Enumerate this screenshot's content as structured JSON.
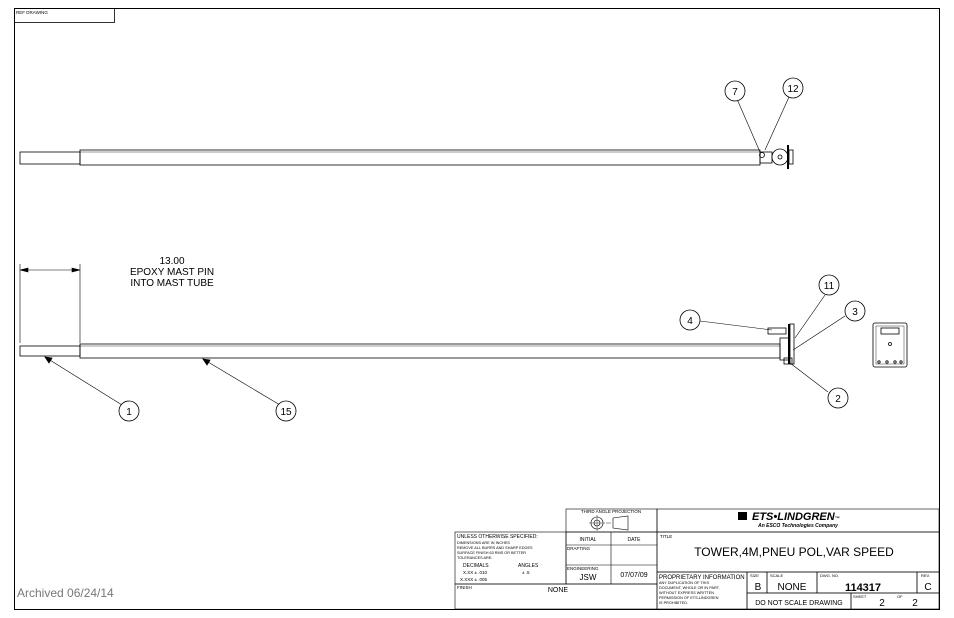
{
  "ref_drawing": "REF DRAWING",
  "dimension": {
    "value": "13.00",
    "note_line1": "EPOXY MAST PIN",
    "note_line2": "INTO MAST TUBE"
  },
  "balloons": {
    "b7": "7",
    "b12": "12",
    "b11": "11",
    "b3": "3",
    "b4": "4",
    "b2": "2",
    "b1": "1",
    "b15": "15"
  },
  "archived": "Archived 06/24/14",
  "title_block": {
    "projection_label": "THIRD ANGLE PROJECTION",
    "company": "ETS",
    "company_dot": "•",
    "company2": "LINDGREN",
    "tm": "™",
    "company_sub": "An ESCO Technologies Company",
    "title_label": "TITLE",
    "title": "TOWER,4M,PNEU POL,VAR SPEED",
    "unless_line": "UNLESS OTHERWISE SPECIFIED:",
    "dims_line": "DIMENSIONS ARE IN INCHES",
    "burrs_line1": "REMOVE ALL BURRS AND SHARP EDGES",
    "burrs_line2": "SURFACE FINISH 63 RMS OR BETTER",
    "tolerances": "TOLERANCES ARE:",
    "decimals": "DECIMALS",
    "angles": "ANGLES",
    "xxx": "X.XX  ±  .010",
    "ang_tol": "±  .5",
    "xxxx": "X.XXX  ±  .005",
    "finish_label": "FINISH",
    "finish_value": "NONE",
    "initial_label": "INITIAL",
    "date_label": "DATE",
    "drafting_label": "DRAFTING",
    "engineering_label": "ENGINEERING",
    "engineering_initial": "JSW",
    "engineering_date": "07/07/09",
    "prop_title": "PROPRIETARY INFORMATION",
    "prop_line1": "ANY DUPLICATION OF THIS",
    "prop_line2": "DOCUMENT, WHOLE OR IN PART,",
    "prop_line3": "WITHOUT EXPRESS WRITTEN",
    "prop_line4": "PERMISSION OF ETS-LINDGREN",
    "prop_line5": "IS PROHIBITED.",
    "size_label": "SIZE",
    "size_value": "B",
    "scale_label": "SCALE",
    "scale_value": "NONE",
    "dwg_label": "DWG. NO.",
    "dwg_value": "114317",
    "rev_label": "REV.",
    "rev_value": "C",
    "do_not_scale": "DO NOT SCALE DRAWING",
    "sheet_label": "SHEET",
    "sheet_value": "2",
    "of_label": "OF",
    "of_value": "2"
  }
}
